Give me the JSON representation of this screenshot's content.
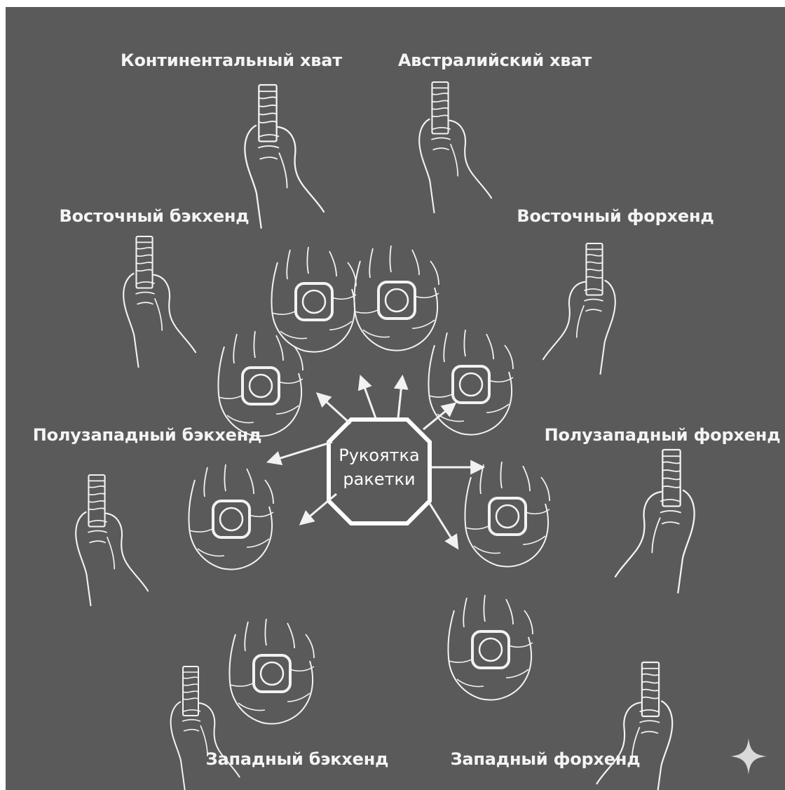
{
  "center": {
    "line1": "Рукоятка",
    "line2": "ракетки"
  },
  "labels": {
    "continental": "Континентальный хват",
    "australian": "Австралийский хват",
    "eastern_backhand": "Восточный бэкхенд",
    "eastern_forehand": "Восточный форхенд",
    "semiwestern_backhand": "Полузападный бэкхенд",
    "semiwestern_forehand": "Полузападный форхенд",
    "western_backhand": "Западный бэкхенд",
    "western_forehand": "Западный форхенд"
  },
  "colors": {
    "background": "#5a5a5a",
    "line": "#f2f2f2"
  },
  "icons": {
    "corner": "sparkle-icon"
  }
}
